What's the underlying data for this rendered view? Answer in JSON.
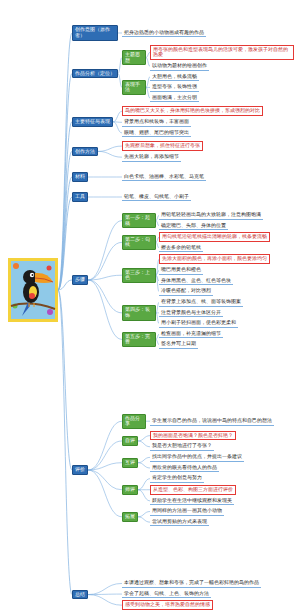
{
  "diagram": {
    "nodes": [
      {
        "text": [
          "创作意图（原作者）"
        ]
      },
      {
        "text": [
          "把身边熟悉的小动物画成有趣的作品"
        ]
      },
      {
        "text": [
          "作品分析（定位）"
        ]
      },
      {
        "text": [
          "主题思想"
        ]
      },
      {
        "text": [
          "用夸张的颜色和造型表现鸟儿的活泼可爱，激发孩子对自然的热爱"
        ]
      },
      {
        "text": [
          "以动物为题材的绘画创作"
        ]
      },
      {
        "text": [
          "表现手法"
        ]
      },
      {
        "text": [
          "大胆用色，线条流畅"
        ]
      },
      {
        "text": [
          "造型夸张，装饰性强"
        ]
      },
      {
        "text": [
          "画面饱满，主次分明"
        ]
      },
      {
        "text": [
          "主要特征与表现"
        ]
      },
      {
        "text": [
          "鸟的嘴巴又大又长，身体用鲜艳的色块拼接，形成强烈的对比"
        ]
      },
      {
        "text": [
          "背景用点和线装饰，丰富画面"
        ]
      },
      {
        "text": [
          "眼睛、翅膀、尾巴的细节突出"
        ]
      },
      {
        "text": [
          "创作方法"
        ]
      },
      {
        "text": [
          "先观察后想象，抓住特征进行夸张"
        ]
      },
      {
        "text": [
          "先画大轮廓，再添加细节"
        ]
      },
      {
        "text": [
          "材料"
        ]
      },
      {
        "text": [
          "白色卡纸、油画棒、水彩笔、马克笔"
        ]
      },
      {
        "text": [
          "工具"
        ]
      },
      {
        "text": [
          "铅笔、橡皮、勾线笔、小刷子"
        ]
      },
      {
        "text": [
          "步骤"
        ]
      },
      {
        "text": [
          "第一步：起稿"
        ]
      },
      {
        "text": [
          "用铅笔轻轻画出鸟的大致轮廓，注意构图饱满"
        ]
      },
      {
        "text": [
          "确定嘴巴、头部、身体的位置"
        ]
      },
      {
        "text": [
          "第二步：勾线"
        ]
      },
      {
        "text": [
          "用勾线笔沿铅笔线描出清晰的轮廓，线条要流畅"
        ]
      },
      {
        "text": [
          "擦去多余的铅笔线"
        ]
      },
      {
        "text": [
          "第三步：上色"
        ]
      },
      {
        "text": [
          "先涂大面积的颜色，再涂小面积，颜色要涂均匀"
        ]
      },
      {
        "text": [
          "嘴巴用黄色和橙色"
        ]
      },
      {
        "text": [
          "身体用黑色、蓝色、红色等色块"
        ]
      },
      {
        "text": [
          "冷暖色搭配，对比强烈"
        ]
      },
      {
        "text": [
          "第四步：装饰"
        ]
      },
      {
        "text": [
          "在背景上添加点、线、面等装饰图案"
        ]
      },
      {
        "text": [
          "注意背景颜色与主体区分开"
        ]
      },
      {
        "text": [
          "用小刷子轻扫画面，使色彩更柔和"
        ]
      },
      {
        "text": [
          "第五步：完善"
        ]
      },
      {
        "text": [
          "检查画面，补充遗漏的细节"
        ]
      },
      {
        "text": [
          "签名并写上日期"
        ]
      },
      {
        "text": [
          "评价"
        ]
      },
      {
        "text": [
          "作品分享"
        ]
      },
      {
        "text": [
          "学生展示自己的作品，说说画中鸟的特点和自己的想法"
        ]
      },
      {
        "text": [
          "自评"
        ]
      },
      {
        "text": [
          "我的画面是否饱满？颜色是否鲜艳？"
        ]
      },
      {
        "text": [
          "我是否大胆地进行了夸张？"
        ]
      },
      {
        "text": [
          "互评"
        ]
      },
      {
        "text": [
          "找出同学作品中的优点，并提出一条建议"
        ]
      },
      {
        "text": [
          "用欣赏的眼光看待他人的作品"
        ]
      },
      {
        "text": [
          "师评"
        ]
      },
      {
        "text": [
          "肯定学生的创意与努力"
        ]
      },
      {
        "text": [
          "从造型、色彩、构图三方面进行评价"
        ]
      },
      {
        "text": [
          "鼓励学生在生活中继续观察和发现美"
        ]
      },
      {
        "text": [
          "拓展"
        ]
      },
      {
        "text": [
          "用同样的方法画一画其他小动物"
        ]
      },
      {
        "text": [
          "尝试用剪贴的方式来表现"
        ]
      },
      {
        "text": [
          "总结"
        ]
      },
      {
        "text": [
          "本课通过观察、想象和夸张，完成了一幅色彩鲜艳的鸟的作品"
        ]
      },
      {
        "text": [
          "学会了起稿、勾线、上色、装饰的方法"
        ]
      },
      {
        "text": [
          "感受到动物之美，培养热爱自然的情感"
        ]
      }
    ],
    "edges": [
      {
        "from": 0,
        "to": 1,
        "arrow": "none"
      },
      {
        "from": 2,
        "to": 3,
        "arrow": "none"
      },
      {
        "from": 3,
        "to": 4,
        "arrow": "none"
      },
      {
        "from": 3,
        "to": 5,
        "arrow": "none"
      },
      {
        "from": 2,
        "to": 6,
        "arrow": "none"
      },
      {
        "from": 6,
        "to": 7,
        "arrow": "none"
      },
      {
        "from": 6,
        "to": 8,
        "arrow": "none"
      },
      {
        "from": 6,
        "to": 9,
        "arrow": "none"
      },
      {
        "from": 10,
        "to": 11,
        "arrow": "none"
      },
      {
        "from": 10,
        "to": 12,
        "arrow": "none"
      },
      {
        "from": 10,
        "to": 13,
        "arrow": "none"
      },
      {
        "from": 14,
        "to": 15,
        "arrow": "none"
      },
      {
        "from": 14,
        "to": 16,
        "arrow": "none"
      },
      {
        "from": 17,
        "to": 18,
        "arrow": "none"
      },
      {
        "from": 19,
        "to": 20,
        "arrow": "none"
      },
      {
        "from": 21,
        "to": 22,
        "arrow": "none"
      },
      {
        "from": 22,
        "to": 23,
        "arrow": "none"
      },
      {
        "from": 22,
        "to": 24,
        "arrow": "none"
      },
      {
        "from": 21,
        "to": 25,
        "arrow": "none"
      },
      {
        "from": 25,
        "to": 26,
        "arrow": "none"
      },
      {
        "from": 25,
        "to": 27,
        "arrow": "none"
      },
      {
        "from": 21,
        "to": 28,
        "arrow": "none"
      },
      {
        "from": 28,
        "to": 29,
        "arrow": "none"
      },
      {
        "from": 28,
        "to": 30,
        "arrow": "none"
      },
      {
        "from": 28,
        "to": 31,
        "arrow": "none"
      },
      {
        "from": 28,
        "to": 32,
        "arrow": "none"
      },
      {
        "from": 21,
        "to": 33,
        "arrow": "none"
      },
      {
        "from": 33,
        "to": 34,
        "arrow": "none"
      },
      {
        "from": 33,
        "to": 35,
        "arrow": "none"
      },
      {
        "from": 33,
        "to": 36,
        "arrow": "none"
      },
      {
        "from": 21,
        "to": 37,
        "arrow": "none"
      },
      {
        "from": 37,
        "to": 38,
        "arrow": "none"
      },
      {
        "from": 37,
        "to": 39,
        "arrow": "none"
      },
      {
        "from": 40,
        "to": 41,
        "arrow": "none"
      },
      {
        "from": 41,
        "to": 42,
        "arrow": "none"
      },
      {
        "from": 40,
        "to": 43,
        "arrow": "none"
      },
      {
        "from": 43,
        "to": 44,
        "arrow": "none"
      },
      {
        "from": 43,
        "to": 45,
        "arrow": "none"
      },
      {
        "from": 40,
        "to": 46,
        "arrow": "none"
      },
      {
        "from": 46,
        "to": 47,
        "arrow": "none"
      },
      {
        "from": 46,
        "to": 48,
        "arrow": "none"
      },
      {
        "from": 40,
        "to": 49,
        "arrow": "none"
      },
      {
        "from": 49,
        "to": 50,
        "arrow": "none"
      },
      {
        "from": 49,
        "to": 51,
        "arrow": "none"
      },
      {
        "from": 49,
        "to": 52,
        "arrow": "none"
      },
      {
        "from": 40,
        "to": 53,
        "arrow": "none"
      },
      {
        "from": 53,
        "to": 54,
        "arrow": "none"
      },
      {
        "from": 53,
        "to": 55,
        "arrow": "none"
      },
      {
        "from": 56,
        "to": 57,
        "arrow": "none"
      },
      {
        "from": 56,
        "to": 58,
        "arrow": "none"
      },
      {
        "from": 56,
        "to": 59,
        "arrow": "none"
      }
    ]
  }
}
